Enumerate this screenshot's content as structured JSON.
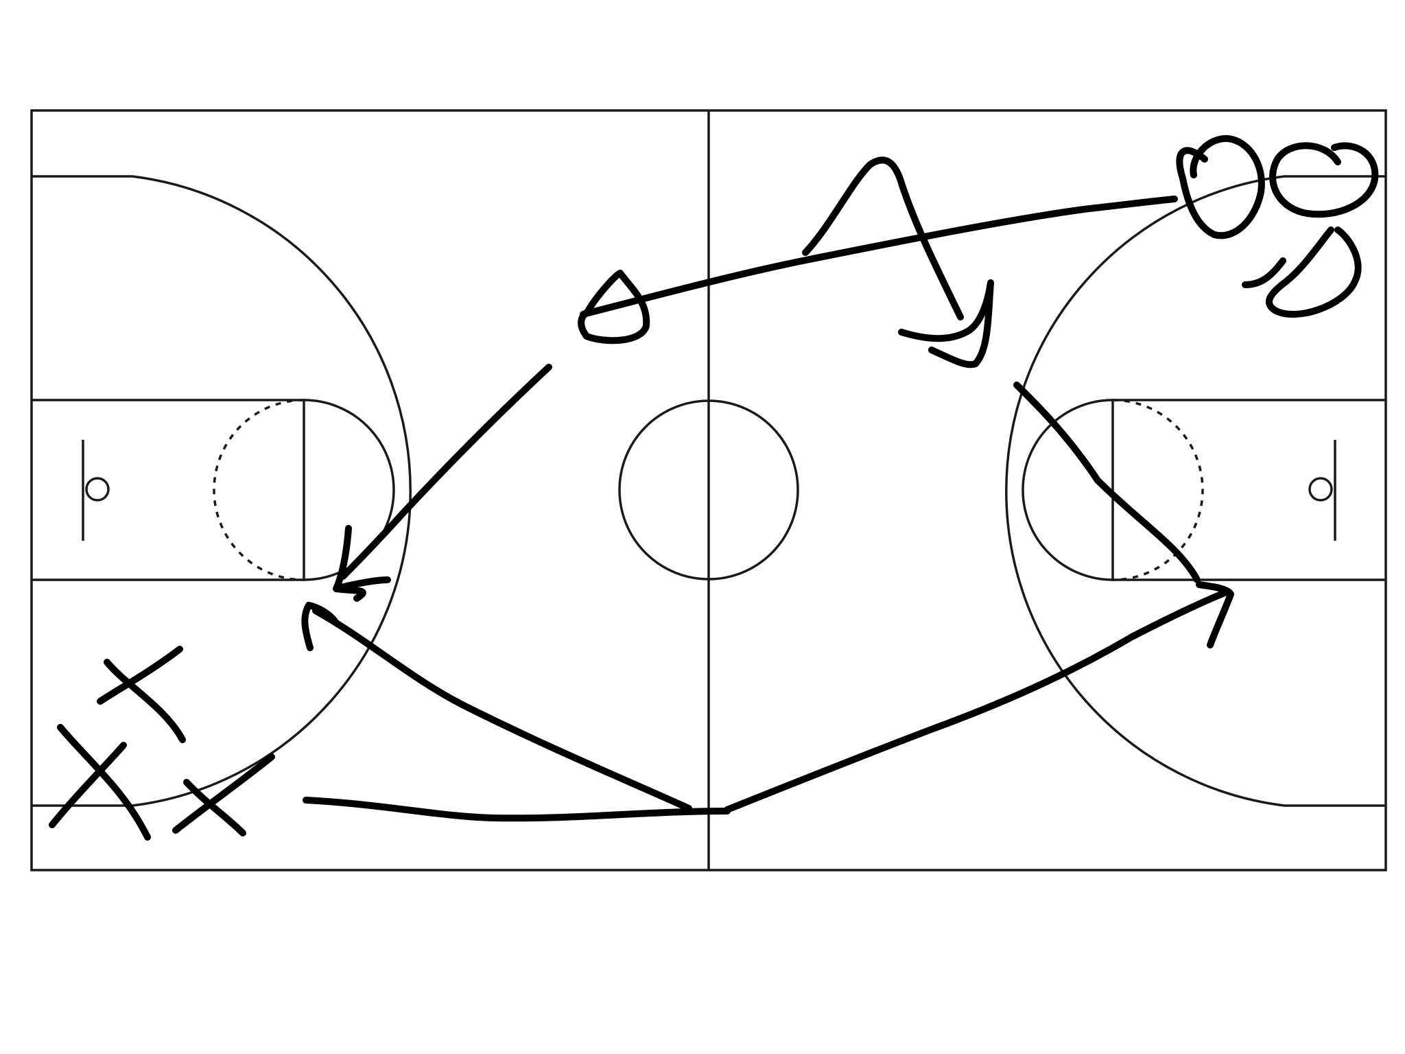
{
  "canvas": {
    "background": "#ffffff",
    "line_color": "#1a1a1a",
    "ink_color": "#000000"
  },
  "court": {
    "type": "full-court",
    "features": [
      "boundary",
      "half-court-line",
      "center-circle",
      "three-point-arcs",
      "keys",
      "free-throw-circles",
      "baskets"
    ]
  },
  "play_marks": {
    "handwritten_label": "08",
    "symbols": [
      "defender-x",
      "defender-x",
      "defender-x",
      "offensive-player",
      "pass-arrow",
      "cut-arrow",
      "dribble-arrow",
      "screen-arrow"
    ]
  }
}
